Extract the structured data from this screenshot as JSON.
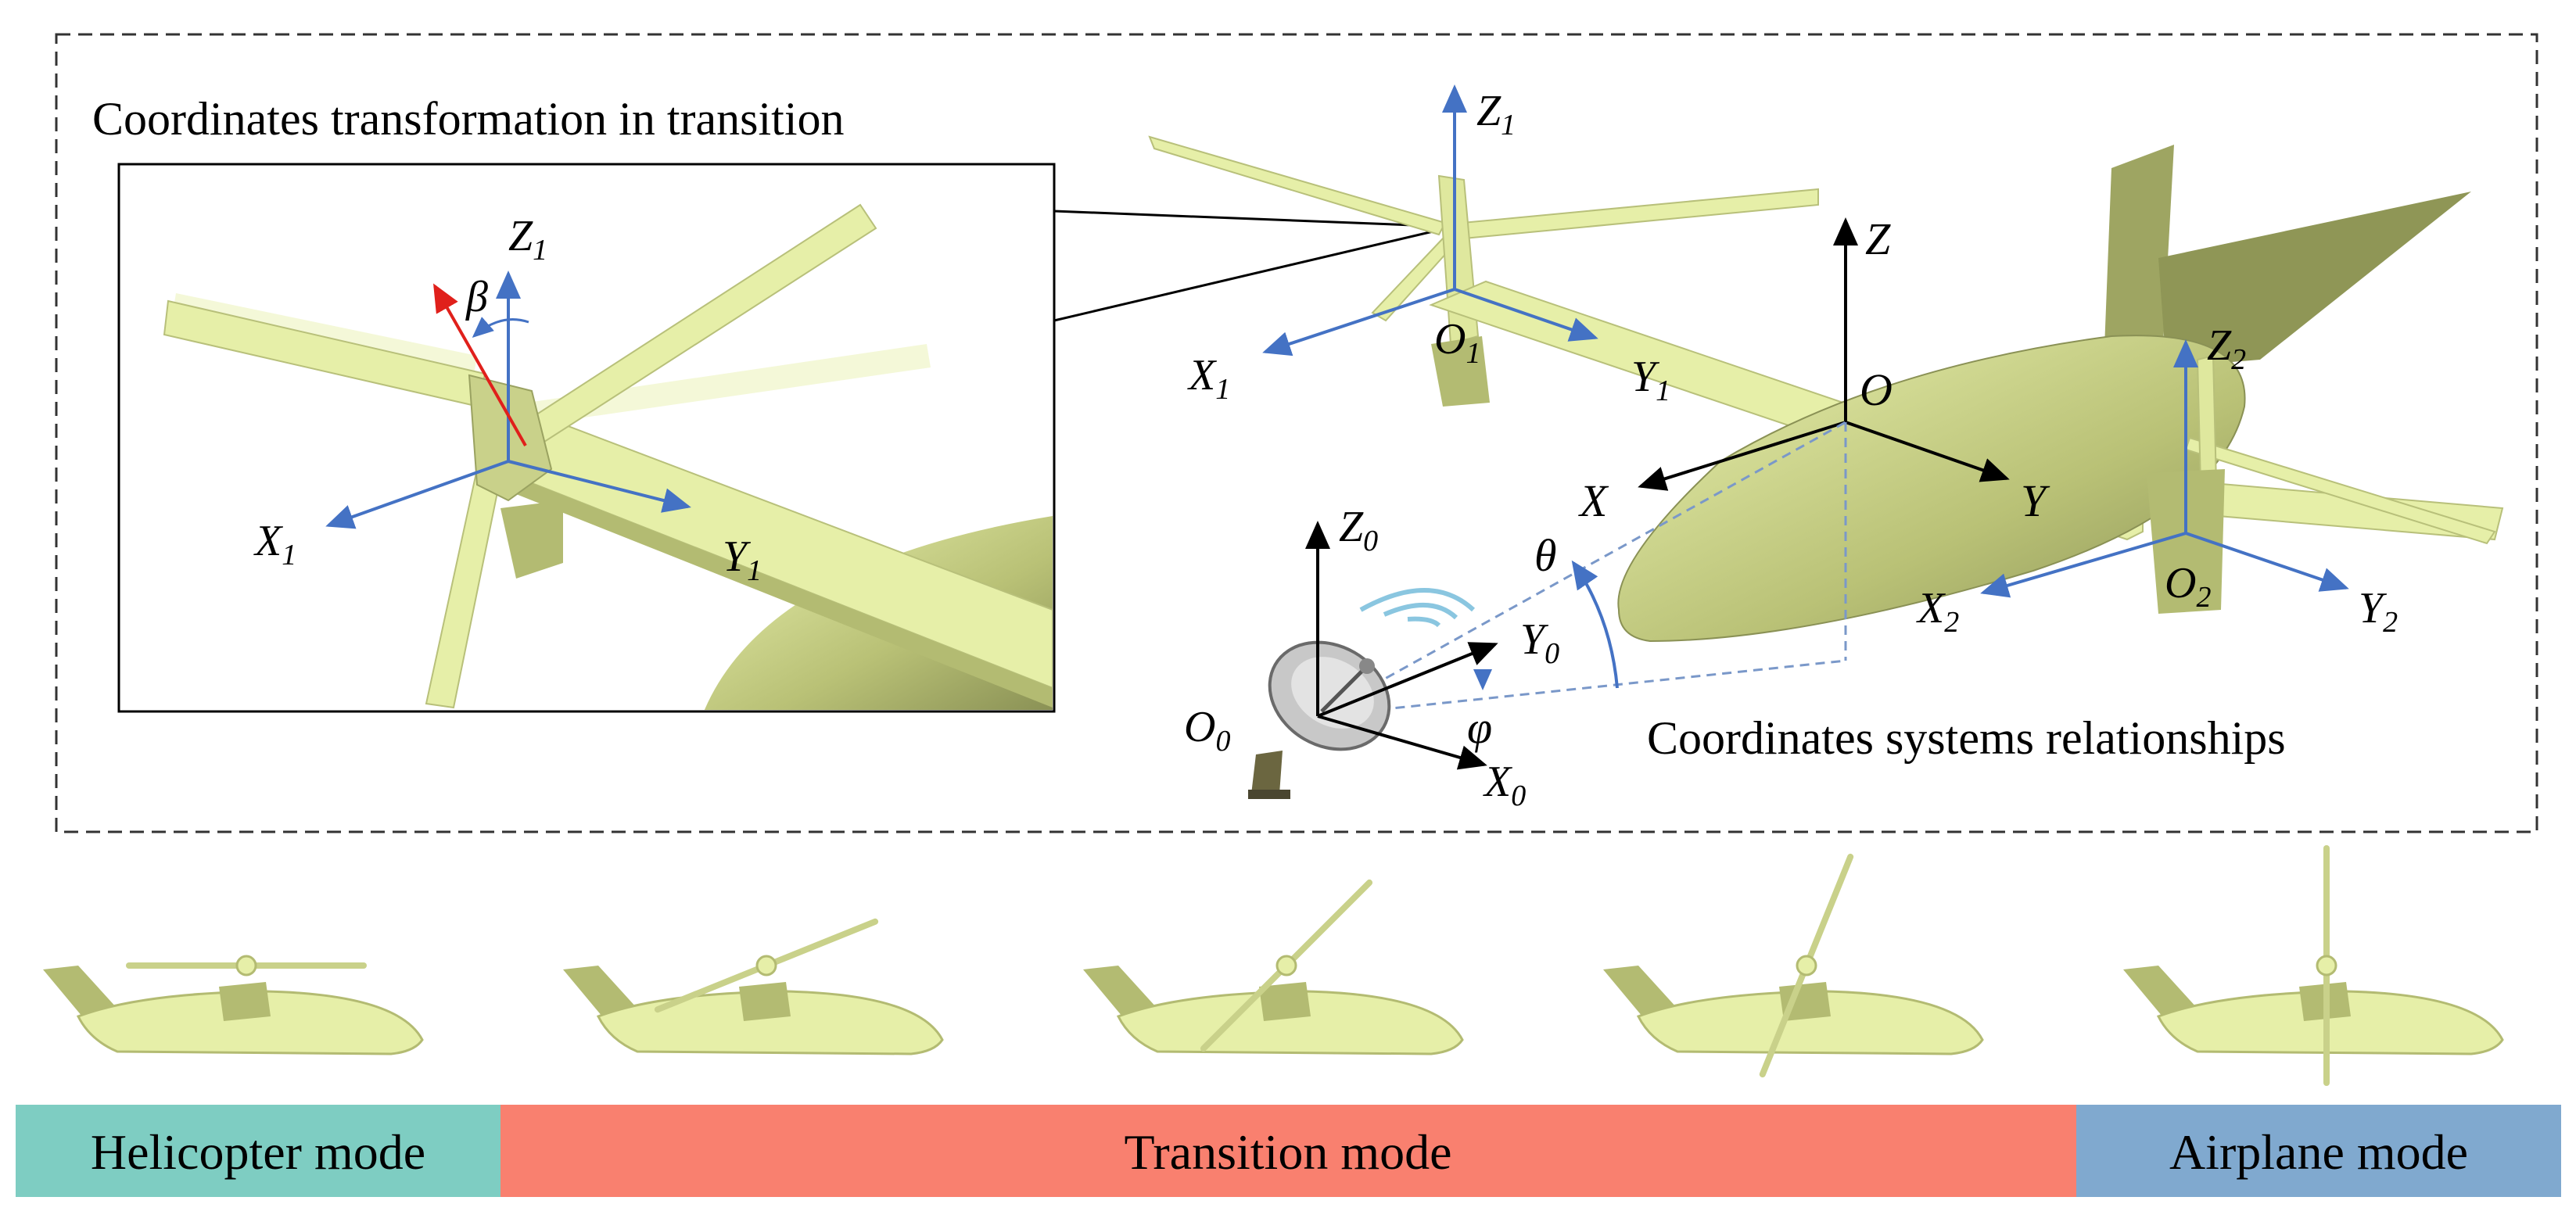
{
  "captions": {
    "inset_title": "Coordinates transformation in transition",
    "relationships": "Coordinates systems relationships"
  },
  "inset_axes": {
    "z1": {
      "base": "Z",
      "sub": "1"
    },
    "x1": {
      "base": "X",
      "sub": "1"
    },
    "y1": {
      "base": "Y",
      "sub": "1"
    },
    "beta": "β"
  },
  "main_axes": {
    "z1": {
      "base": "Z",
      "sub": "1"
    },
    "x1": {
      "base": "X",
      "sub": "1"
    },
    "y1": {
      "base": "Y",
      "sub": "1"
    },
    "o1": {
      "base": "O",
      "sub": "1"
    },
    "z": "Z",
    "x": "X",
    "y": "Y",
    "o": "O",
    "z2": {
      "base": "Z",
      "sub": "2"
    },
    "x2": {
      "base": "X",
      "sub": "2"
    },
    "y2": {
      "base": "Y",
      "sub": "2"
    },
    "o2": {
      "base": "O",
      "sub": "2"
    },
    "z0": {
      "base": "Z",
      "sub": "0"
    },
    "x0": {
      "base": "X",
      "sub": "0"
    },
    "y0": {
      "base": "Y",
      "sub": "0"
    },
    "o0": {
      "base": "O",
      "sub": "0"
    },
    "theta": "θ",
    "phi": "φ"
  },
  "modes": [
    {
      "label": "Helicopter mode",
      "color": "#7ecdc2"
    },
    {
      "label": "Transition mode",
      "color": "#f9806f"
    },
    {
      "label": "Airplane mode",
      "color": "#80a9cf"
    }
  ],
  "colors": {
    "aircraft_fill": "#e6efa8",
    "aircraft_shade": "#b3bb72",
    "axis_blue": "#4472c4",
    "beta_red": "#e0201b"
  }
}
